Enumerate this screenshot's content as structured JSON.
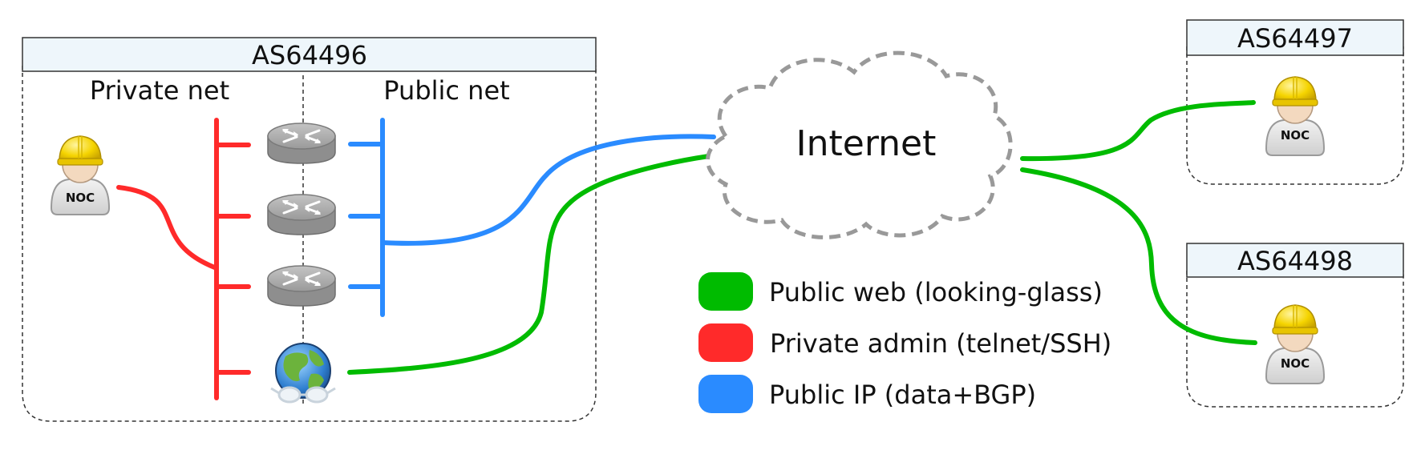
{
  "as_boxes": {
    "main": {
      "title": "AS64496",
      "private_label": "Private net",
      "public_label": "Public net"
    },
    "peer1": {
      "title": "AS64497"
    },
    "peer2": {
      "title": "AS64498"
    }
  },
  "cloud": {
    "label": "Internet"
  },
  "noc_label": "NOC",
  "legend": [
    {
      "label": "Public web (looking-glass)",
      "color": "#00bb00"
    },
    {
      "label": "Private admin (telnet/SSH)",
      "color": "#ff2a2a"
    },
    {
      "label": "Public IP (data+BGP)",
      "color": "#2a8bff"
    }
  ],
  "colors": {
    "private": "#ff2a2a",
    "public": "#2a8bff",
    "web": "#00bb00",
    "header_fill": "#eef6fb",
    "router": "#a8a8a8",
    "cloud_stroke": "#999999"
  }
}
